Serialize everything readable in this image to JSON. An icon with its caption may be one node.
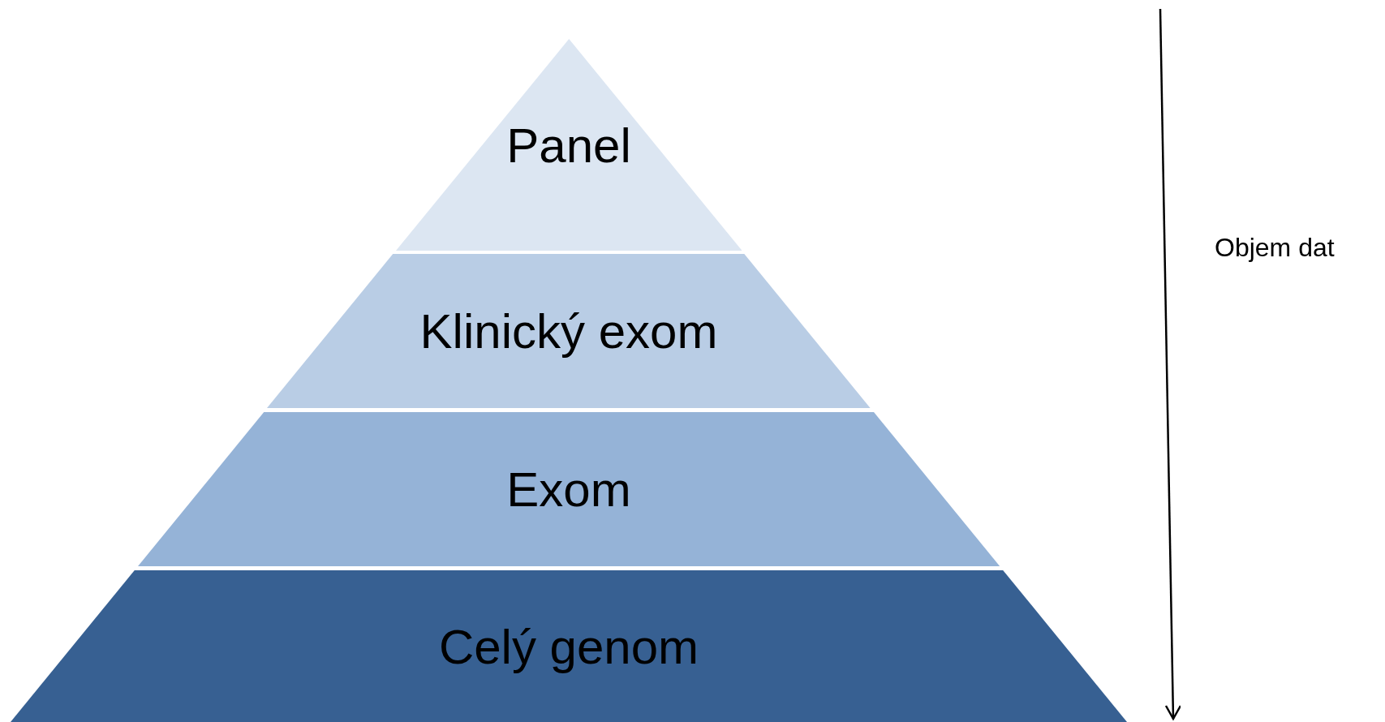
{
  "diagram": {
    "nodes": [
      {
        "text": [
          "Panel"
        ]
      },
      {
        "text": [
          "Klinický exom"
        ]
      },
      {
        "text": [
          "Exom"
        ]
      },
      {
        "text": [
          "Celý genom"
        ]
      }
    ],
    "labels": [
      "Objem dat"
    ]
  }
}
